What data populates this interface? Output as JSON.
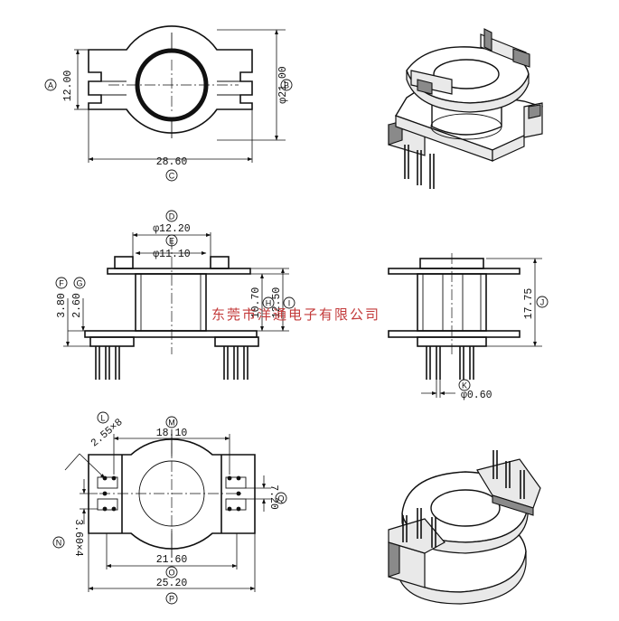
{
  "watermark": "东莞市洋通电子有限公司",
  "top_view": {
    "dims": {
      "height": "12.00",
      "diameter": "φ21.00",
      "width": "28.60"
    },
    "labels": {
      "height": "A",
      "diameter": "B",
      "width": "C"
    }
  },
  "front_view": {
    "dims": {
      "outer_dia": "φ12.20",
      "inner_dia": "φ11.10",
      "flange_a": "3.80",
      "flange_b": "2.60",
      "window_h": "10.70",
      "body_h": "12.50"
    },
    "labels": {
      "outer_dia": "D",
      "inner_dia": "E",
      "flange_a": "F",
      "flange_b": "G",
      "window_h": "H",
      "body_h": "I"
    }
  },
  "side_view": {
    "dims": {
      "height": "17.75",
      "pin_dia": "φ0.60"
    },
    "labels": {
      "height": "J",
      "pin_dia": "K"
    }
  },
  "bottom_view": {
    "dims": {
      "pin_pitch": "2.55×8",
      "span": "18.10",
      "row_gap": "7.20",
      "pin_size": "3.60×4",
      "inner_span": "21.60",
      "outer_span": "25.20"
    },
    "labels": {
      "pin_pitch": "L",
      "span": "M",
      "inner_span": "O",
      "outer_span": "P",
      "row_gap": "Q",
      "pin_size": "N"
    }
  }
}
